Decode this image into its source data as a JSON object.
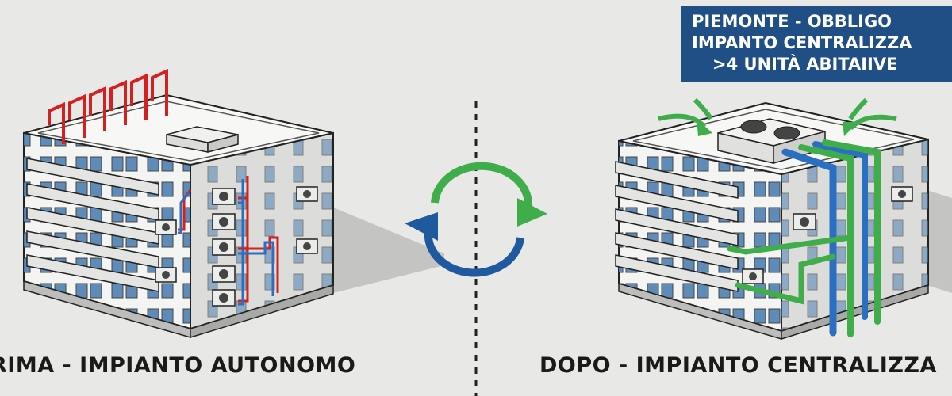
{
  "banner": {
    "line1": "PIEMONTE - OBBLIGO",
    "line2": "IMPANTO CENTRALIZZA",
    "line3": ">4 UNITÀ ABITAIIVE"
  },
  "captions": {
    "before": "RIMA - IMPIANTO AUTONOMO",
    "after": "DOPO - IMPIANTO CENTRALIZZA"
  },
  "colors": {
    "background": "#e8e8e6",
    "banner": "#1f4f85",
    "red_pipes": "#d42020",
    "blue_pipes": "#2a6fc0",
    "green_pipes": "#3fae4a",
    "arrow_green": "#3fae4a",
    "arrow_blue": "#1f5a9e"
  },
  "icons": {
    "cycle": "refresh-cycle-icon",
    "divider": "dashed-divider"
  }
}
